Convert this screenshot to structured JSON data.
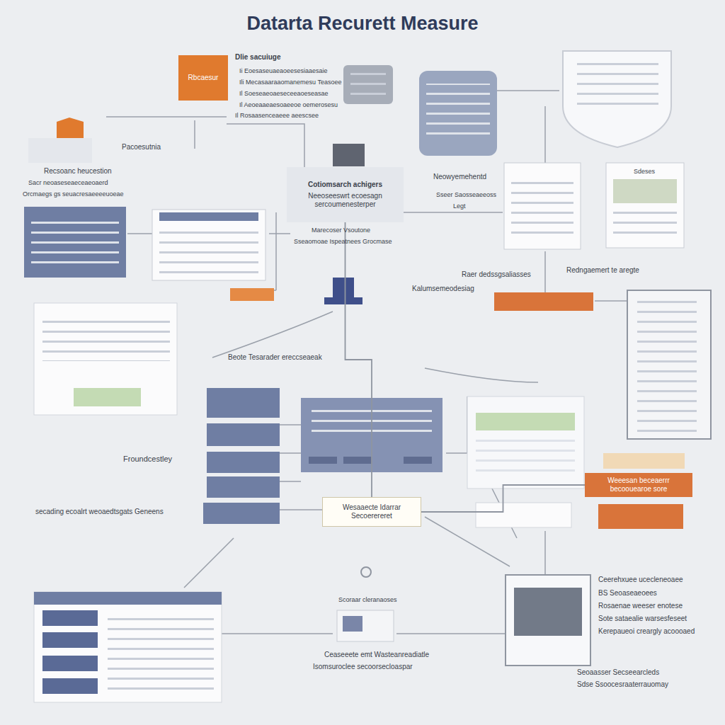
{
  "diagram": {
    "title": "Datarta Recurett Measure",
    "nodes": [
      {
        "text": [
          "Rbcaesur"
        ]
      },
      {
        "text": [
          "Cotiomsarch achigers",
          "Neeoseeswrt ecoesagn sercoumenesterper"
        ]
      },
      {
        "text": [
          "Weeesan beceaerrr becoouearoe sore"
        ]
      },
      {
        "text": [
          "Wesaaecte Idarrar Secoerereret"
        ]
      }
    ],
    "edges": [
      {
        "from": 1,
        "to": 3,
        "arrow": "none"
      },
      {
        "from": 3,
        "to": 2,
        "arrow": "none"
      }
    ],
    "labels": [
      "Dlie sacuiuge",
      "Ii Eoesaseuaeaoeesesiaaesaie",
      "Ili Mecasaaraaomanemesu Teasoee",
      "Il Soeseaeoaeseceeaoeseasae",
      "Il Aeoeaaeaesoaeeoe oemerosesu",
      "Il Rosaasenceaeee aeescsee",
      "Pacoesutnia",
      "Recsoanc heucestion",
      "Sacr neoaseseaeceaeoaerd",
      "Orcmaegs gs seuacresaeeeeuoeae",
      "Neowyemehentd",
      "Sseer Saosseaeeoss",
      "Legt",
      "Marecoser Vsoutone",
      "Sseaomoae Ispeatnees Grocmase",
      "Raer dedssgsaliasses",
      "Redngaemert te aregte",
      "Kalumsemeodesiag",
      "Beote Tesarader ereccseaeak",
      "Froundcestley",
      "secading ecoalrt weoaedtsgats Geneens",
      "Scoraar cleranaoses",
      "Ceaseeete emt Wasteanreadiatle",
      "Isomsuroclee secoorsecloaspar",
      "Ceerehxuee ucecleneoaee",
      "BS Seoaseaeoees",
      "Rosaenae weeser enotese",
      "Sote sataealie warsesfeseet",
      "Kerepaueoi creargly acoooaed",
      "Seoaasser Secseearcleds",
      "Sdse Ssoocesraaterrauomay",
      "Sdeses"
    ]
  }
}
